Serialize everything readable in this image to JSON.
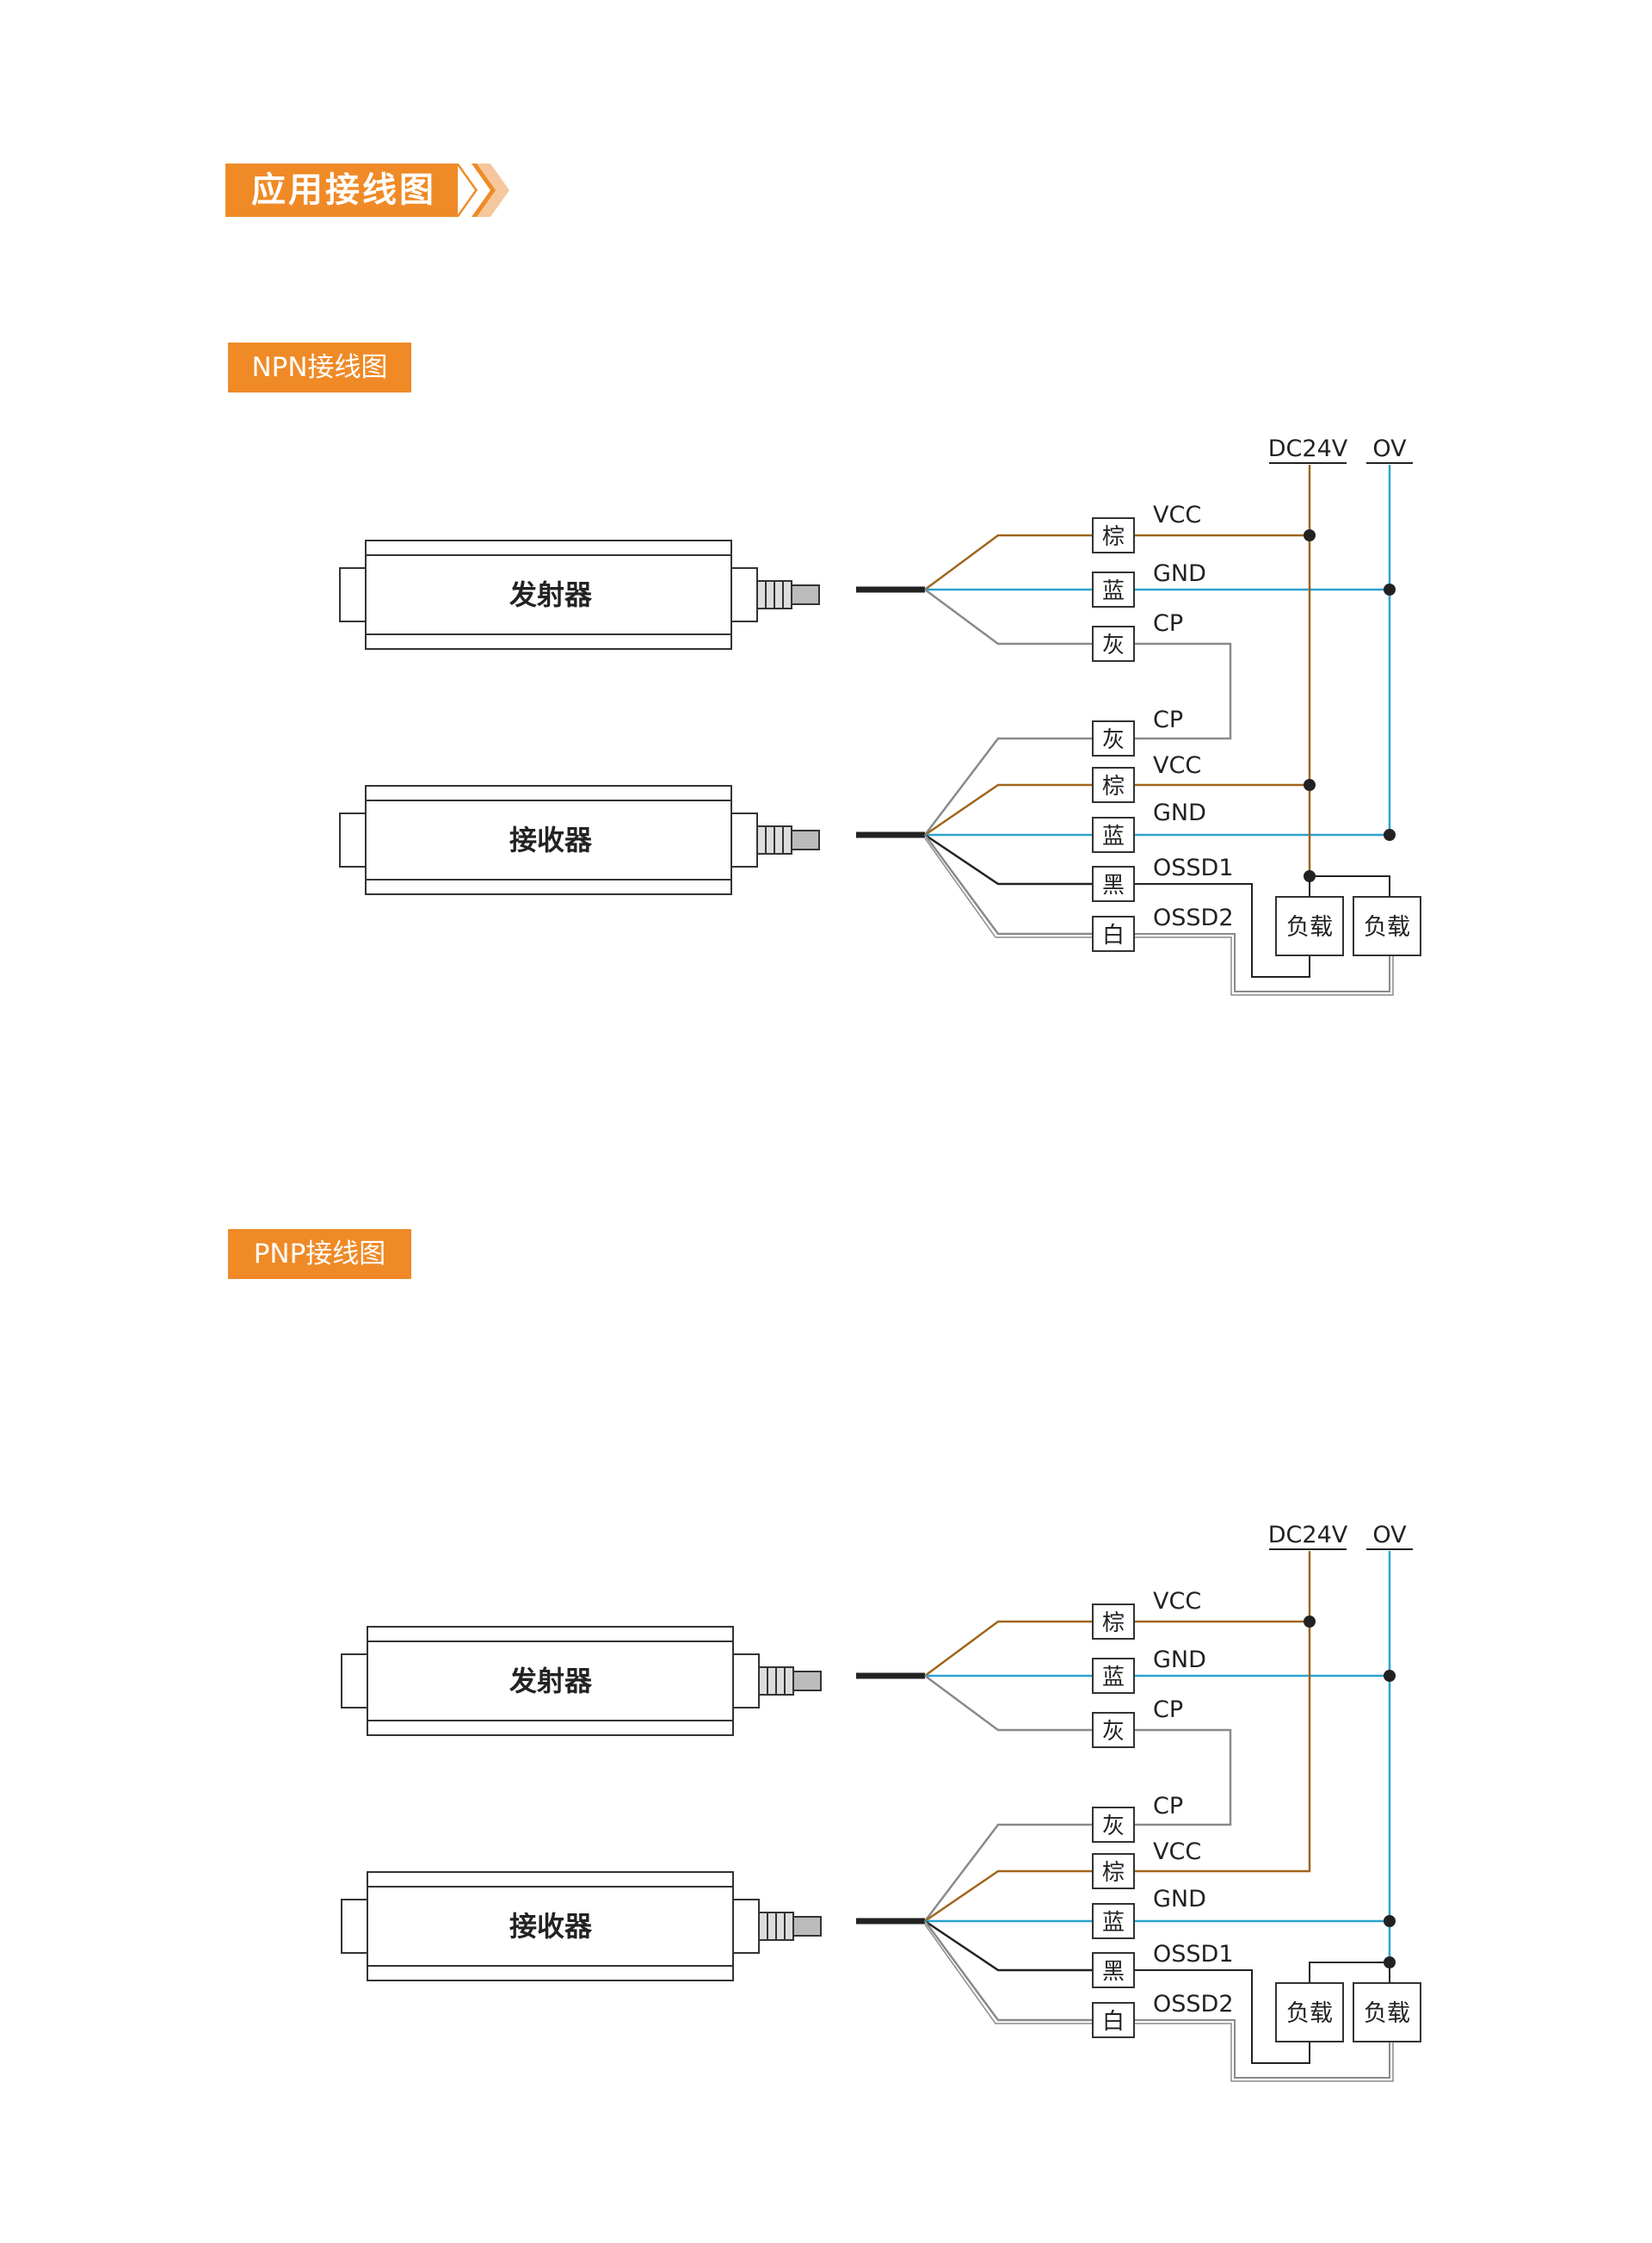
{
  "header": {
    "title": "应用接线图"
  },
  "colors": {
    "accent": "#ef8a27",
    "brown": "#a0651c",
    "blue": "#2aa3cf",
    "gray": "#8a8a8a",
    "black": "#222222"
  },
  "sections": [
    {
      "label": "NPN接线图",
      "emitter": "发射器",
      "receiver": "接收器",
      "supply_plus": "DC24V",
      "supply_minus": "OV",
      "emitter_wires": [
        {
          "color": "棕",
          "signal": "VCC"
        },
        {
          "color": "蓝",
          "signal": "GND"
        },
        {
          "color": "灰",
          "signal": "CP"
        }
      ],
      "receiver_wires": [
        {
          "color": "灰",
          "signal": "CP"
        },
        {
          "color": "棕",
          "signal": "VCC"
        },
        {
          "color": "蓝",
          "signal": "GND"
        },
        {
          "color": "黑",
          "signal": "OSSD1"
        },
        {
          "color": "白",
          "signal": "OSSD2"
        }
      ],
      "loads": [
        "负载",
        "负载"
      ]
    },
    {
      "label": "PNP接线图",
      "emitter": "发射器",
      "receiver": "接收器",
      "supply_plus": "DC24V",
      "supply_minus": "OV",
      "emitter_wires": [
        {
          "color": "棕",
          "signal": "VCC"
        },
        {
          "color": "蓝",
          "signal": "GND"
        },
        {
          "color": "灰",
          "signal": "CP"
        }
      ],
      "receiver_wires": [
        {
          "color": "灰",
          "signal": "CP"
        },
        {
          "color": "棕",
          "signal": "VCC"
        },
        {
          "color": "蓝",
          "signal": "GND"
        },
        {
          "color": "黑",
          "signal": "OSSD1"
        },
        {
          "color": "白",
          "signal": "OSSD2"
        }
      ],
      "loads": [
        "负载",
        "负载"
      ]
    }
  ]
}
